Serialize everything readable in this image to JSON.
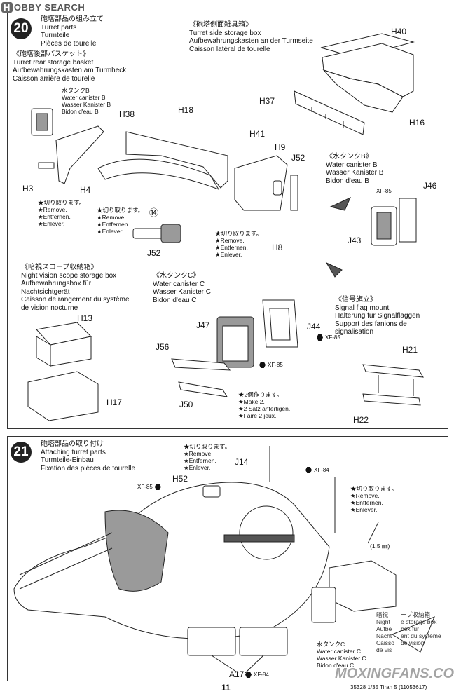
{
  "header": {
    "logo_mark": "H",
    "logo_text": "OBBY SEARCH"
  },
  "step20": {
    "number": "20",
    "title": [
      "砲塔部品の組み立て",
      "Turret parts",
      "Turmteile",
      "Pièces de tourelle"
    ],
    "rear_basket": [
      "《砲塔後部バスケット》",
      "Turret rear storage basket",
      "Aufbewahrungskasten am Turmheck",
      "Caisson arrière de tourelle"
    ],
    "side_box": [
      "《砲塔側面雑具箱》",
      "Turret side storage box",
      "Aufbewahrungskasten an der Turmseite",
      "Caisson latéral de tourelle"
    ],
    "water_b_small": [
      "水タンクB",
      "Water canister B",
      "Wasser Kanister B",
      "Bidon d'eau B"
    ],
    "water_b": [
      "《水タンクB》",
      "Water canister B",
      "Wasser Kanister B",
      "Bidon d'eau B"
    ],
    "remove_1": [
      "★切り取ります。",
      "★Remove.",
      "★Entfernen.",
      "★Enlever."
    ],
    "remove_2": [
      "★切り取ります。",
      "★Remove.",
      "★Entfernen.",
      "★Enlever."
    ],
    "remove_3": [
      "★切り取ります。",
      "★Remove.",
      "★Entfernen.",
      "★Enlever."
    ],
    "night_box": [
      "《暗視スコープ収納箱》",
      "Night vision scope storage box",
      "Aufbewahrungsbox für",
      "Nachtsichtgerät",
      "Caisson de rangement du système",
      "de vision nocturne"
    ],
    "water_c": [
      "《水タンクC》",
      "Water canister C",
      "Wasser Kanister C",
      "Bidon d'eau C"
    ],
    "signal": [
      "《信号旗立》",
      "Signal flag mount",
      "Halterung für Signalflaggen",
      "Support des fanions de",
      "signalisation"
    ],
    "make2": [
      "★2個作ります。",
      "★Make 2.",
      "★2 Satz anfertigen.",
      "★Faire 2 jeux."
    ],
    "circled_14": "⑭",
    "parts": {
      "H40": "H40",
      "H37": "H37",
      "H16": "H16",
      "H38": "H38",
      "H18": "H18",
      "H41": "H41",
      "H9": "H9",
      "J52a": "J52",
      "J52b": "J52",
      "H3": "H3",
      "H4": "H4",
      "H8": "H8",
      "J46": "J46",
      "J43": "J43",
      "H13": "H13",
      "H17": "H17",
      "J47": "J47",
      "J44": "J44",
      "J56": "J56",
      "J50": "J50",
      "H21": "H21",
      "H22": "H22"
    },
    "paint": {
      "xf85a": "XF-85",
      "xf85b": "XF-85",
      "xf85c": "XF-85"
    }
  },
  "step21": {
    "number": "21",
    "title": [
      "砲塔部品の取り付け",
      "Attaching turret parts",
      "Turmteile-Einbau",
      "Fixation des pièces de tourelle"
    ],
    "remove_a": [
      "★切り取ります。",
      "★Remove.",
      "★Entfernen.",
      "★Enlever."
    ],
    "remove_b": [
      "★切り取ります。",
      "★Remove.",
      "★Entfernen.",
      "★Enlever."
    ],
    "water_c": [
      "水タンクC",
      "Water canister C",
      "Wasser Kanister C",
      "Bidon d'eau C"
    ],
    "night_trunc": [
      "暗視",
      "Night",
      "Aufbe",
      "Nacht",
      "Caisso",
      "de vis"
    ],
    "night_trunc_right": [
      "ープ収納箱",
      "e storage box",
      "box für",
      "",
      "ent du système",
      "de vision"
    ],
    "parts": {
      "J14": "J14",
      "H52": "H52",
      "A17": "A17"
    },
    "paint": {
      "xf85": "XF-85",
      "xf84a": "XF-84",
      "xf84b": "XF-84"
    },
    "measure": "(1.5 ㎜)"
  },
  "footer": {
    "page": "11",
    "code": "35328  1/35 Tiran 5 (11053617)",
    "watermark": "MOXINGFANS.COM"
  }
}
